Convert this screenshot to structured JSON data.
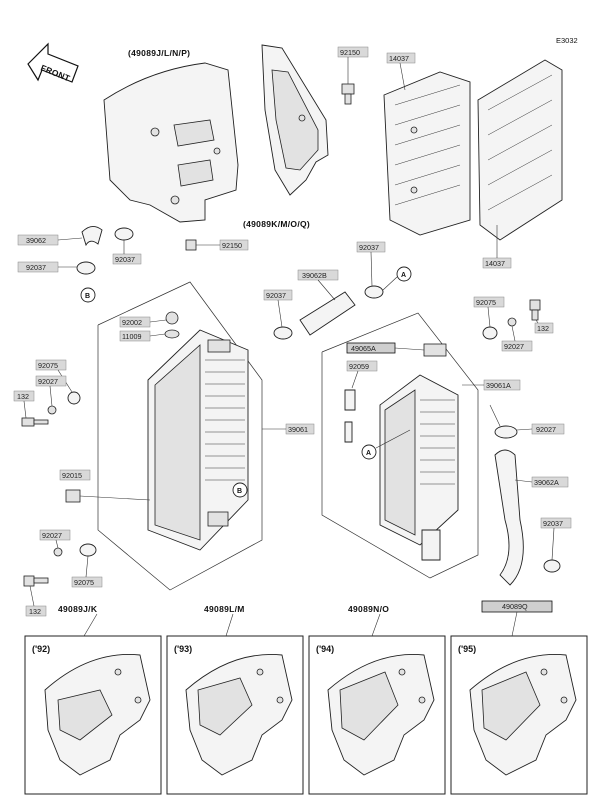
{
  "diagram_code": "E3032",
  "front_label": "FRONT",
  "group_labels": {
    "top_left_shroud": "(49089J/L/N/P)",
    "top_mid_shroud": "(49089K/M/O/Q)",
    "bottom_1": "49089J/K",
    "bottom_2": "49089L/M",
    "bottom_3": "49089N/O"
  },
  "boxed_labels": {
    "bottom_4": "49089Q",
    "cap_kit": "49065A"
  },
  "year_labels": [
    "('92)",
    "('93)",
    "('94)",
    "('95)"
  ],
  "callouts": {
    "A_top": "A",
    "B_left": "B",
    "B_radiator": "B",
    "A_right": "A"
  },
  "part_labels": {
    "p92150_top": "92150",
    "p14037_top": "14037",
    "p39062": "39062",
    "p92037_a": "92037",
    "p92037_b": "92037",
    "p92150_bottom": "92150",
    "p92037_c": "92037",
    "p39062B": "39062B",
    "p14037_bottom": "14037",
    "p92037_d": "92037",
    "p92002": "92002",
    "p11009": "11009",
    "p92075_a": "92075",
    "p92027_a": "92027",
    "p132_a": "132",
    "p39061": "39061",
    "p92015": "92015",
    "p92027_b": "92027",
    "p92075_b": "92075",
    "p132_b": "132",
    "p92075_c": "92075",
    "p132_c": "132",
    "p92027_c": "92027",
    "p92059": "92059",
    "p39061A": "39061A",
    "p92027_d": "92027",
    "p39062A": "39062A",
    "p92037_e": "92037"
  }
}
